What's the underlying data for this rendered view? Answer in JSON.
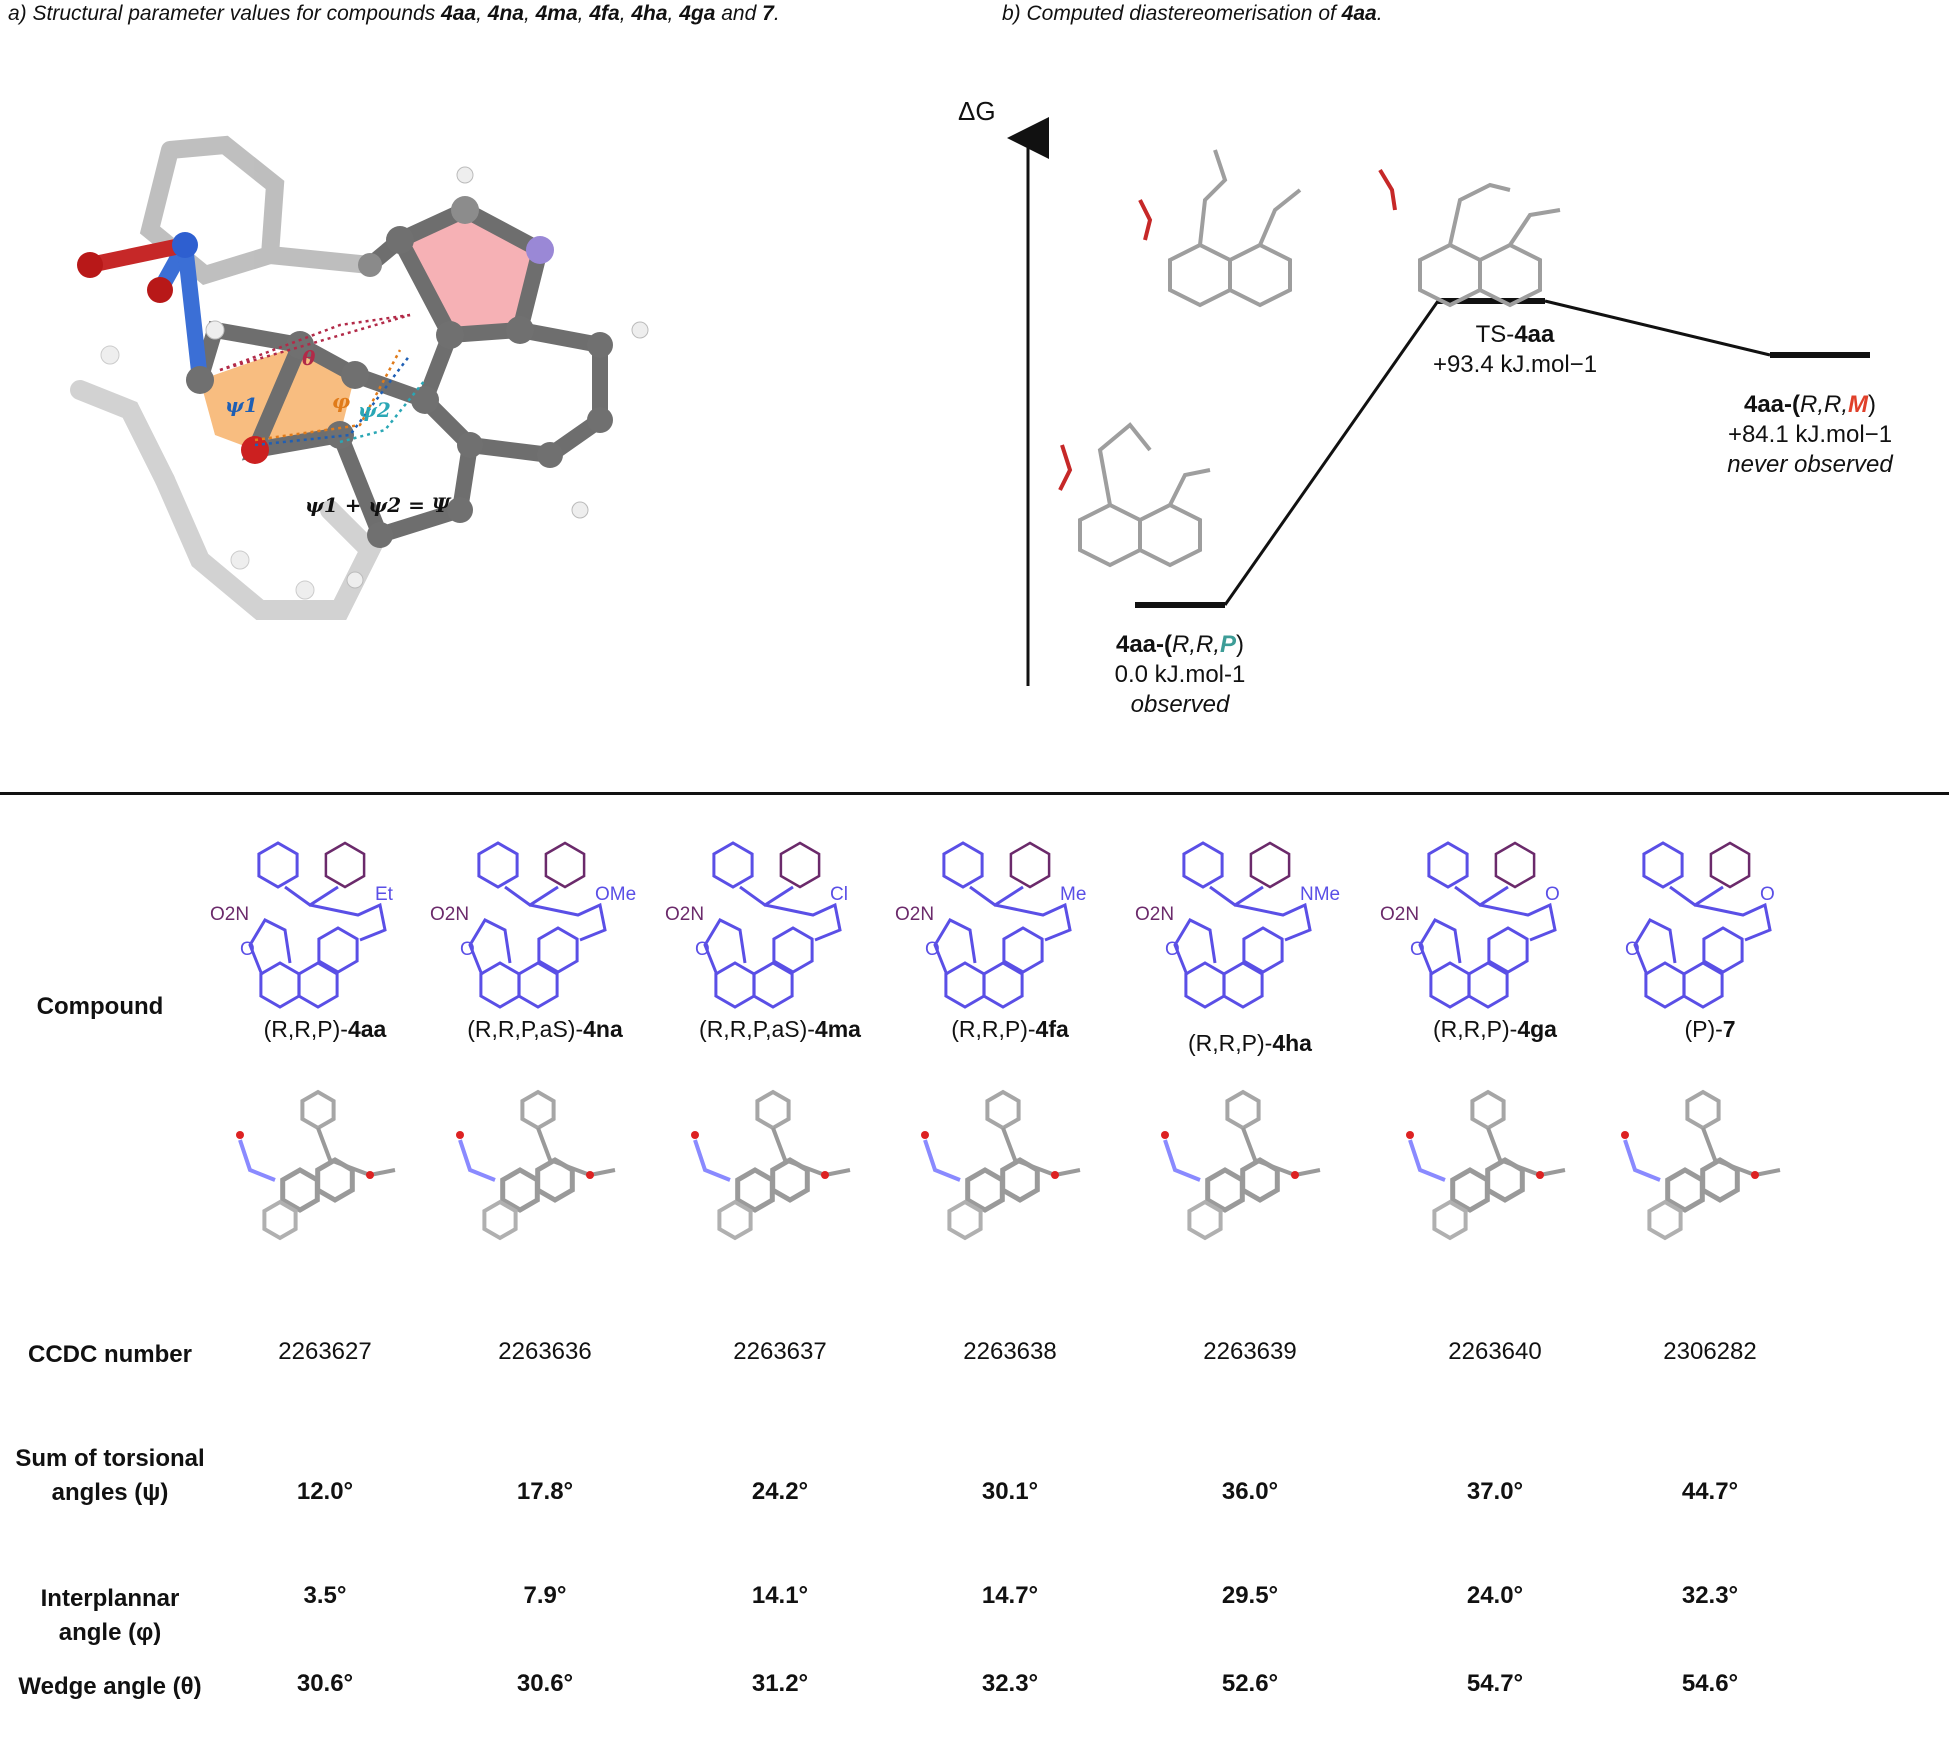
{
  "panel_a": {
    "caption_prefix": "a) Structural parameter values for compounds ",
    "caption_compounds": [
      "4aa",
      "4na",
      "4ma",
      "4fa",
      "4ha",
      "4ga",
      "7"
    ],
    "caption_suffix": ".",
    "labels": {
      "theta": "θ",
      "phi": "φ",
      "psi1": "ψ1",
      "psi2": "ψ2",
      "sum_formula": "ψ1 + ψ2 = Ψ"
    },
    "colors": {
      "psi1": "#1f5fb4",
      "psi2": "#2aa7b5",
      "phi": "#e07b1a",
      "theta": "#b22a48",
      "ring_red": "#f4a3a8",
      "ring_orange": "#f7b26a"
    }
  },
  "panel_b": {
    "caption_prefix": "b) Computed diastereomerisation of ",
    "caption_compound": "4aa",
    "caption_suffix": ".",
    "axis_label": "ΔG",
    "states": [
      {
        "name_pre": "4aa-(",
        "name_italic": "R,R,",
        "descriptor": "P",
        "name_post": ")",
        "energy": "0.0 kJ.mol-1",
        "note": "observed",
        "descriptor_color": "#3d9d97"
      },
      {
        "name_pre": "TS-",
        "name_bold": "4aa",
        "energy": "+93.4 kJ.mol−1"
      },
      {
        "name_pre": "4aa-(",
        "name_italic": "R,R,",
        "descriptor": "M",
        "name_post": ")",
        "energy": "+84.1 kJ.mol−1",
        "note": "never observed",
        "descriptor_color": "#e0402a"
      }
    ]
  },
  "table": {
    "row_labels": {
      "compound": "Compound",
      "ccdc": "CCDC number",
      "torsional": "Sum of torsional angles (ψ)",
      "interplanar": "Interplannar angle (φ)",
      "wedge": "Wedge angle (θ)"
    },
    "structure_labels": {
      "nitro": "O2N",
      "et": "Et",
      "ome": "OMe",
      "cl": "Cl",
      "me": "Me",
      "nme": "NMe",
      "o": "O"
    },
    "compounds": [
      {
        "prefix": "(R,R,P)-",
        "bold": "4aa",
        "ccdc": "2263627",
        "torsional": "12.0°",
        "interplanar": "3.5°",
        "wedge": "30.6°"
      },
      {
        "prefix": "(R,R,P,aS)-",
        "bold": "4na",
        "ccdc": "2263636",
        "torsional": "17.8°",
        "interplanar": "7.9°",
        "wedge": "30.6°"
      },
      {
        "prefix": "(R,R,P,aS)-",
        "bold": "4ma",
        "ccdc": "2263637",
        "torsional": "24.2°",
        "interplanar": "14.1°",
        "wedge": "31.2°"
      },
      {
        "prefix": "(R,R,P)-",
        "bold": "4fa",
        "ccdc": "2263638",
        "torsional": "30.1°",
        "interplanar": "14.7°",
        "wedge": "32.3°"
      },
      {
        "prefix": "(R,R,P)-",
        "bold": "4ha",
        "ccdc": "2263639",
        "torsional": "36.0°",
        "interplanar": "29.5°",
        "wedge": "52.6°"
      },
      {
        "prefix": "(R,R,P)-",
        "bold": "4ga",
        "ccdc": "2263640",
        "torsional": "37.0°",
        "interplanar": "24.0°",
        "wedge": "54.7°"
      },
      {
        "prefix": "(P)-",
        "bold": "7",
        "ccdc": "2306282",
        "torsional": "44.7°",
        "interplanar": "32.3°",
        "wedge": "54.6°"
      }
    ]
  }
}
